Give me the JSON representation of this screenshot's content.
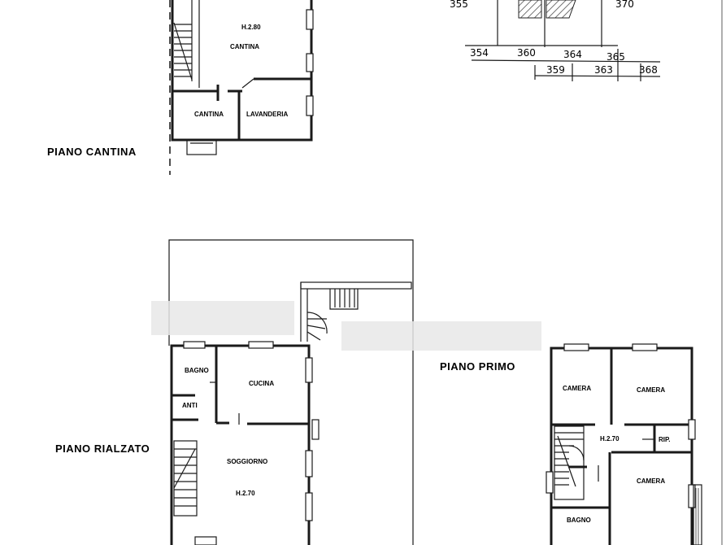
{
  "floors": {
    "cantina": "PIANO  CANTINA",
    "rialzato": "PIANO  RIALZATO",
    "primo": "PIANO  PRIMO"
  },
  "rooms": {
    "cantina_height": "H.2.80",
    "cantina_main": "CANTINA",
    "cantina_small": "CANTINA",
    "lavanderia": "LAVANDERIA",
    "bagno_rialzato": "BAGNO",
    "cucina": "CUCINA",
    "anti": "ANTI",
    "soggiorno": "SOGGIORNO",
    "rialzato_height": "H.2.70",
    "camera_1": "CAMERA",
    "camera_2": "CAMERA",
    "primo_height": "H.2.70",
    "rip": "RIP.",
    "camera_3": "CAMERA",
    "bagno_primo": "BAGNO"
  },
  "cadastral": {
    "top_left": "355",
    "top_right": "370",
    "row1": [
      "354",
      "360",
      "364",
      "365"
    ],
    "row2": [
      "359",
      "363",
      "368"
    ]
  }
}
